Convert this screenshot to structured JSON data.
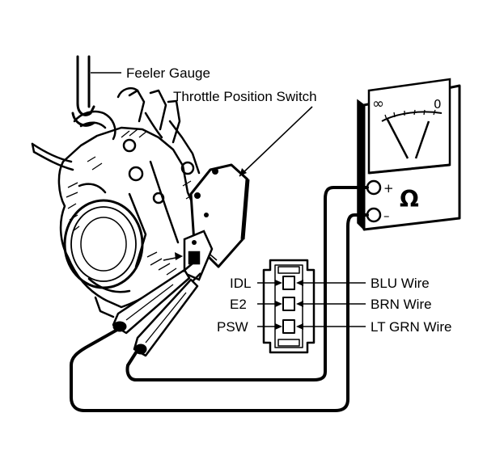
{
  "labels": {
    "feeler_gauge": "Feeler Gauge",
    "throttle_position_switch": "Throttle Position Switch",
    "idl": "IDL",
    "e2": "E2",
    "psw": "PSW",
    "blu_wire": "BLU Wire",
    "brn_wire": "BRN Wire",
    "lt_grn_wire": "LT GRN Wire"
  },
  "meter": {
    "scale_left": "∞",
    "scale_right": "0",
    "plus": "+",
    "minus": "–",
    "unit": "Ω"
  }
}
